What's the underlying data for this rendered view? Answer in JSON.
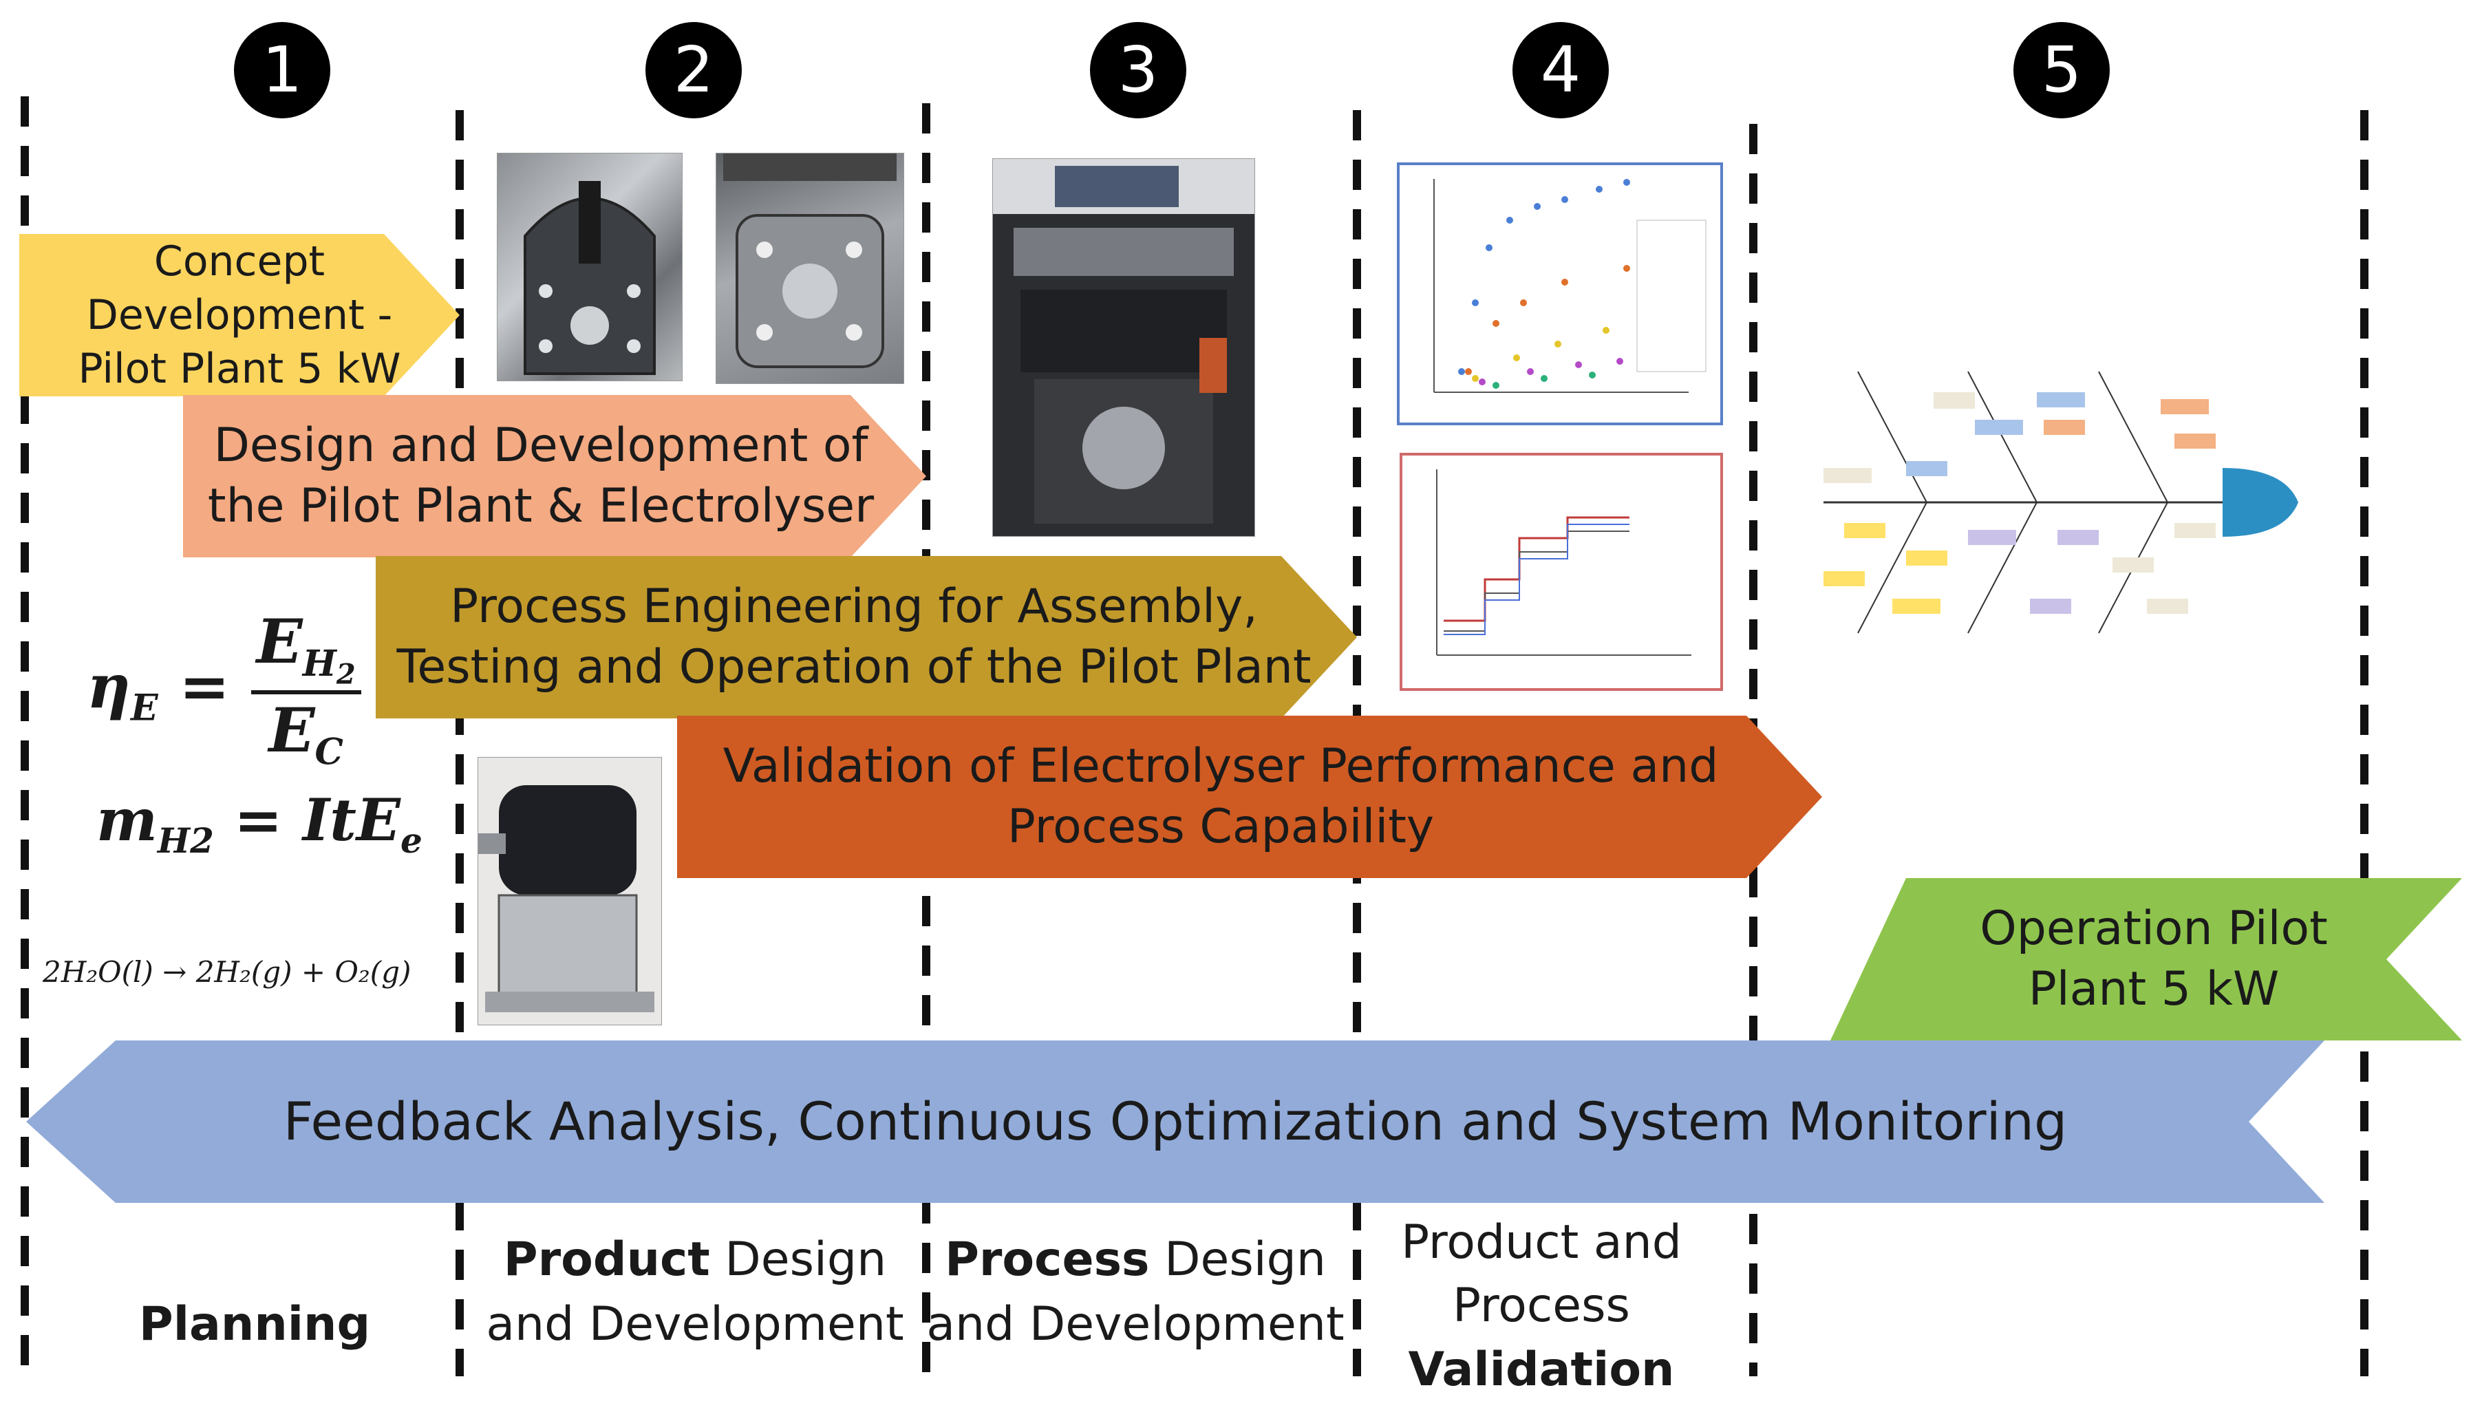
{
  "steps": [
    "1",
    "2",
    "3",
    "4",
    "5"
  ],
  "arrows": {
    "concept": [
      "Concept",
      "Development -",
      "Pilot Plant 5 kW"
    ],
    "design": [
      "Design and Development of",
      "the Pilot Plant & Electrolyser"
    ],
    "process": [
      "Process Engineering for Assembly,",
      "Testing and Operation of the Pilot Plant"
    ],
    "validation": [
      "Validation of Electrolyser Performance and",
      "Process Capability"
    ],
    "operation": [
      "Operation Pilot",
      "Plant 5 kW"
    ],
    "feedback": "Feedback Analysis, Continuous Optimization and System Monitoring"
  },
  "phases": {
    "planning": {
      "bold": "Planning"
    },
    "product": {
      "bold": "Product",
      "rest1": " Design",
      "line2": "and Development"
    },
    "process": {
      "bold": "Process",
      "rest1": " Design",
      "line2": "and Development"
    },
    "validation": {
      "line1": "Product and",
      "line2": "Process",
      "bold": "Validation"
    }
  },
  "formulas": {
    "efficiency": {
      "lhs": "η",
      "lhs_sub": "E",
      "num": "E",
      "num_sub": "H",
      "num_sub2": "2",
      "den": "E",
      "den_sub": "C"
    },
    "mass": {
      "lhs": "m",
      "lhs_sub": "H2",
      "rhs": "ItE",
      "rhs_sub": "e"
    },
    "reaction": "2H₂O(l) → 2H₂(g) + O₂(g)"
  },
  "colors": {
    "concept": "#fbd55e",
    "design": "#f4aa82",
    "process": "#c29a2a",
    "validation": "#cf5b22",
    "operation": "#8ec44d",
    "feedback": "#92abd9"
  }
}
